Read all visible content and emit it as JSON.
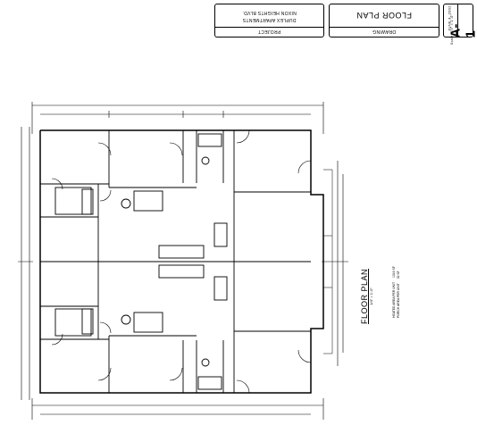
{
  "title_block": {
    "project_label": "PROJECT",
    "project_line1": "DUPLEX APARTMENTS",
    "project_line2": "NIXON HEIGHTS BLVD.",
    "drawing_label": "DRAWING",
    "drawing_title": "FLOOR PLAN",
    "sheet_number": "A-1",
    "date": "JUNE 4, 2002",
    "scale": "Scale: 1/4\" = 1'-0\""
  },
  "plan": {
    "caption": "FLOOR PLAN",
    "caption_scale": "1/4\" = 1'-0\"",
    "area_line1": "HEATED AREA PER UNIT",
    "area_value1": "1316 SF",
    "area_line2": "PORCH AREA PER UNIT",
    "area_value2": "32 SF"
  },
  "colors": {
    "line": "#000000",
    "paper": "#ffffff",
    "fill": "#dcdcdc"
  }
}
